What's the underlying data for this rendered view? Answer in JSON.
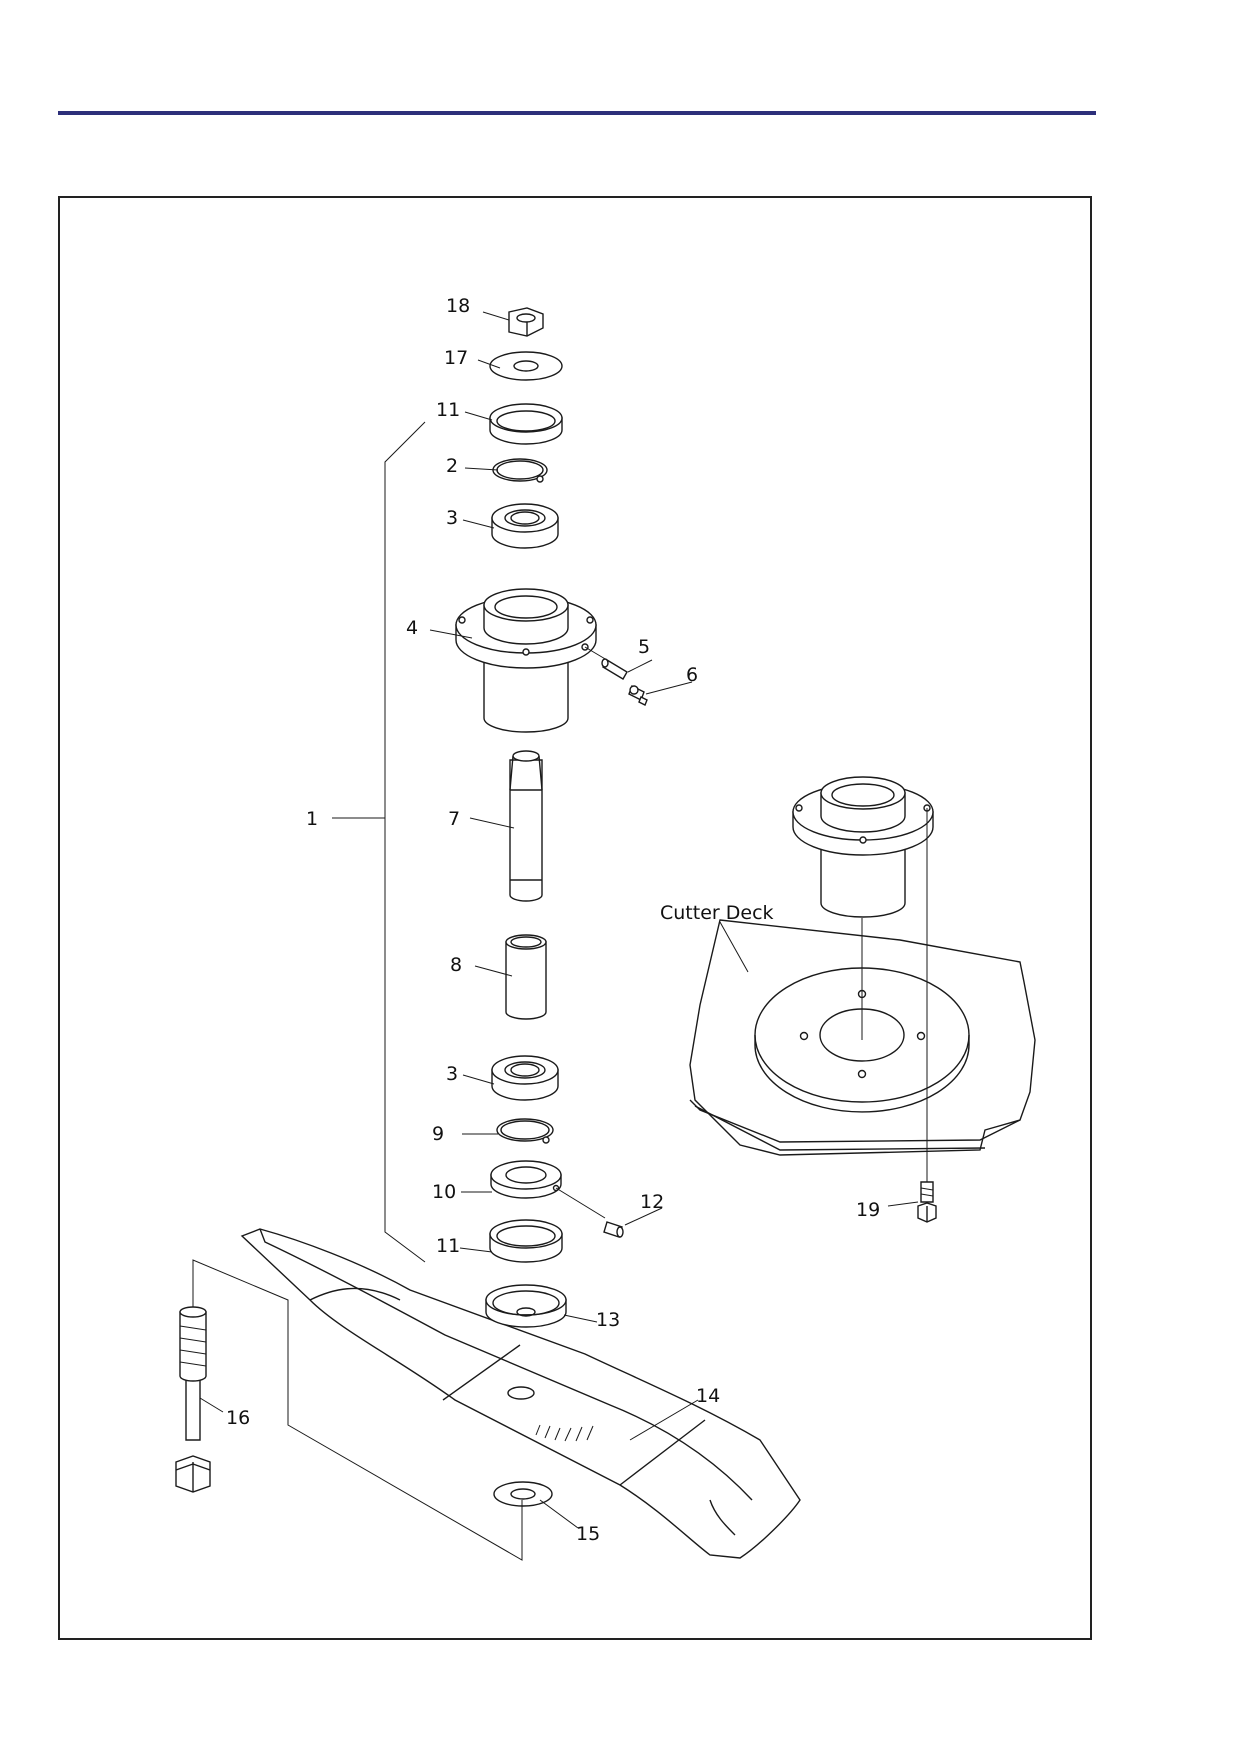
{
  "diagram": {
    "callouts": [
      "18",
      "17",
      "11",
      "2",
      "3",
      "4",
      "5",
      "6",
      "1",
      "7",
      "8",
      "3",
      "9",
      "10",
      "12",
      "11",
      "13",
      "14",
      "16",
      "15",
      "19"
    ],
    "cutter_deck_label": "Cutter Deck"
  }
}
